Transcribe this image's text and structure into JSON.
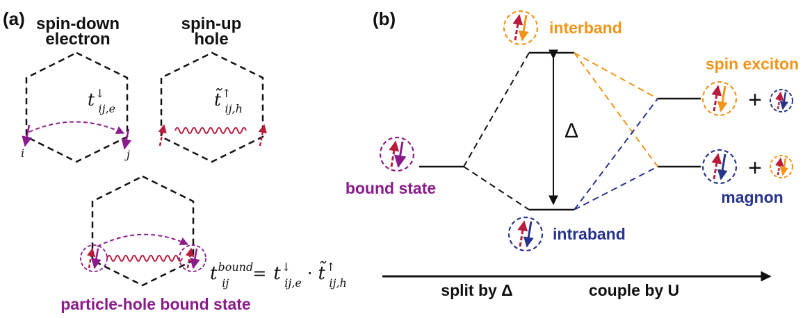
{
  "panel_a": {
    "tag": "(a)",
    "electron_title_1": "spin-down",
    "electron_title_2": "electron",
    "hole_title_1": "spin-up",
    "hole_title_2": "hole",
    "electron_hop_base": "t",
    "electron_hop_sup": "↓",
    "electron_hop_sub": "ij,e",
    "site_i": "i",
    "site_j": "j",
    "hole_hop_base": "t̃",
    "hole_hop_sup": "↑",
    "hole_hop_sub": "ij,h",
    "bound_label": "particle-hole bound state",
    "eq_lhs_base": "t",
    "eq_lhs_sup": "bound",
    "eq_lhs_sub": "ij",
    "eq_equals": "=",
    "eq_t1_base": "t",
    "eq_t1_sup": "↓",
    "eq_t1_sub": "ij,e",
    "eq_dot": "·",
    "eq_t2_base": "t̃",
    "eq_t2_sup": "↑",
    "eq_t2_sub": "ij,h"
  },
  "panel_b": {
    "tag": "(b)",
    "interband": "interband",
    "intraband": "intraband",
    "delta": "Δ",
    "bound_state": "bound state",
    "spin_exciton": "spin exciton",
    "magnon": "magnon",
    "plus": "+",
    "split_label": "split by Δ",
    "couple_label": "couple by U"
  },
  "colors": {
    "purple": "#8b1a8b",
    "orange": "#f29418",
    "navy": "#26348c",
    "red": "#b81c3c",
    "black": "#111111"
  }
}
